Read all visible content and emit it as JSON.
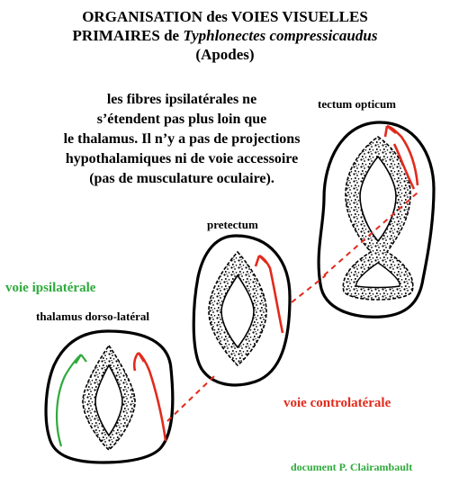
{
  "title": {
    "line1": "ORGANISATION des VOIES VISUELLES",
    "line2_prefix": "PRIMAIRES de ",
    "line2_species": "Typhlonectes compressicaudus",
    "line3": "(Apodes)"
  },
  "description": {
    "line1": "les fibres ipsilatérales ne",
    "line2": "s’étendent pas plus loin que",
    "line3": "le thalamus. Il n’y a pas de projections",
    "line4": "hypothalamiques ni de voie accessoire",
    "line5": "(pas de musculature oculaire)."
  },
  "labels": {
    "tectum": "tectum opticum",
    "pretectum": "pretectum",
    "thalamus": "thalamus dorso-latéral",
    "ipsi": "voie ipsilatérale",
    "contra": "voie controlatérale"
  },
  "credit": "document P. Clairambault",
  "colors": {
    "ipsilateral": "#2eaa3c",
    "contralateral": "#e22a1c",
    "outline": "#000000"
  }
}
